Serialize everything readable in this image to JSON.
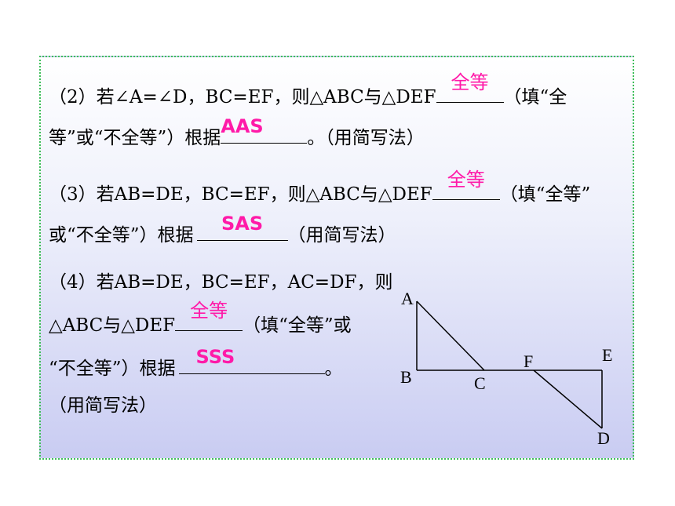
{
  "q2": {
    "part1": "（2）若∠A=∠D，BC=EF，则△ABC与△DEF",
    "answer1": "全等",
    "part2": "（填“全",
    "part3": "等”或“不全等”）根据",
    "answer2": "AAS",
    "part4": "。（用简写法）"
  },
  "q3": {
    "part1": "（3）若AB=DE，BC=EF，则△ABC与△DEF",
    "answer1": "全等",
    "part2": "（填“全等”",
    "part3": "或“不全等”）根据",
    "answer2": "SAS",
    "part4": "（用简写法）"
  },
  "q4": {
    "part1": "（4）若AB=DE，BC=EF，AC=DF，则",
    "part2": "△ABC与△DEF",
    "answer1": "全等",
    "part3": "（填“全等”或",
    "part4": "“不全等”）根据",
    "answer2": "SSS",
    "part5": "。",
    "part6": "（用简写法）"
  },
  "figure": {
    "labels": {
      "A": "A",
      "B": "B",
      "C": "C",
      "D": "D",
      "E": "E",
      "F": "F"
    }
  },
  "colors": {
    "answer": "#ff1aa8",
    "border": "#3fbf5a"
  }
}
